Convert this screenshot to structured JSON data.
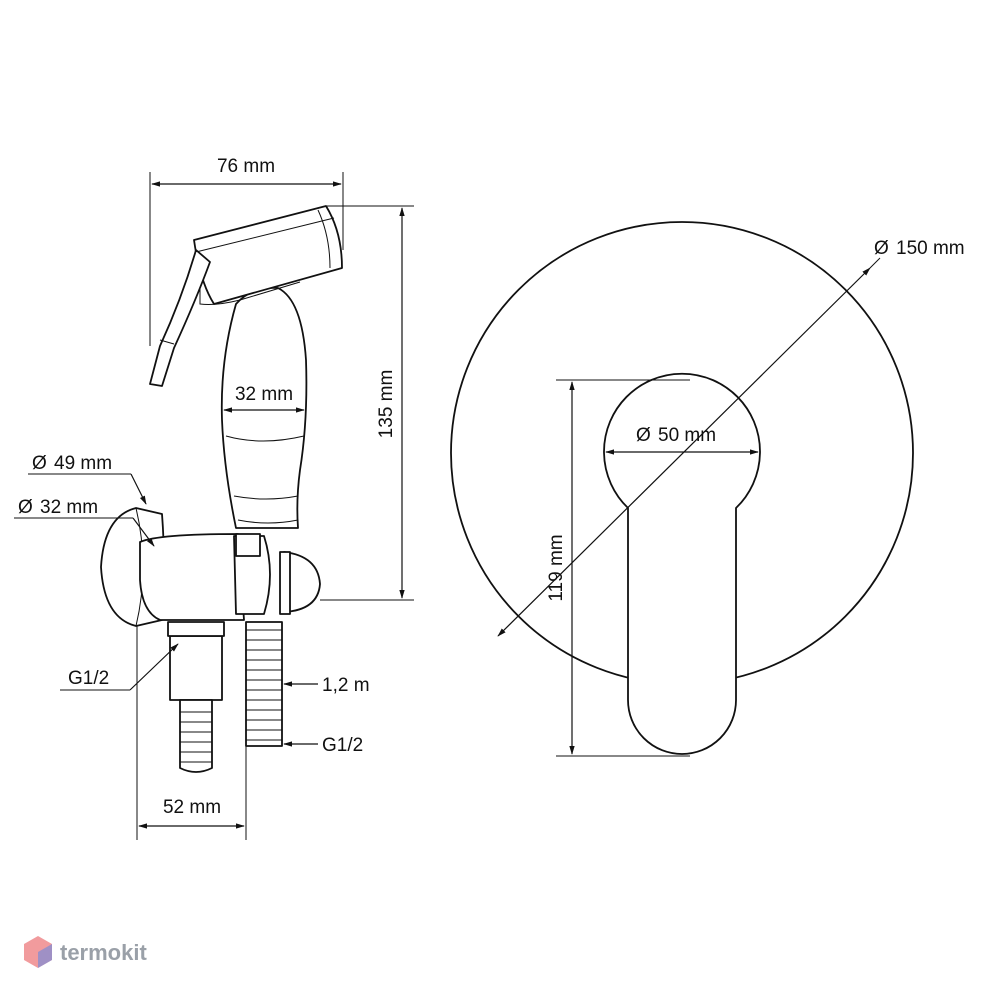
{
  "dimensions": {
    "spray_width": "76 mm",
    "spray_body_diameter": "32 mm",
    "total_height": "135 mm",
    "flange_outer_diameter": "49 mm",
    "flange_inner_diameter": "32 mm",
    "outlet_thread": "G1/2",
    "hose_length": "1,2 m",
    "hose_thread": "G1/2",
    "holder_depth": "52 mm",
    "plate_diameter": "150 mm",
    "handle_diameter": "50 mm",
    "handle_height": "119 mm"
  },
  "watermark": {
    "text": "termokit",
    "colors": [
      "#e5484d",
      "#3b82f6"
    ]
  }
}
